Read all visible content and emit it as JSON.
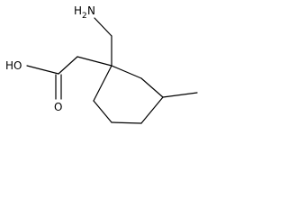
{
  "molecule": {
    "labels": {
      "amine_text": "H",
      "amine_subscript": "2",
      "amine_atom": "N",
      "acid_text": "HO",
      "carbonyl_o": "O"
    }
  },
  "colors": {
    "bond": "#000000",
    "background": "#ffffff"
  }
}
